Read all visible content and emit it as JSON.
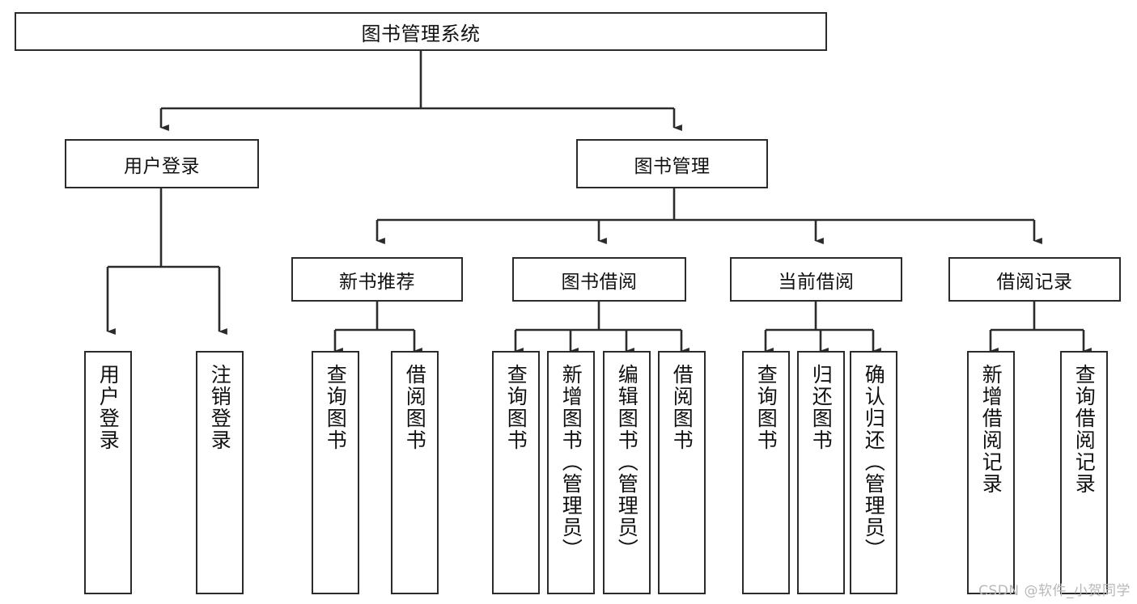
{
  "diagram": {
    "title": "图书管理系统",
    "type": "tree-hierarchy-diagram",
    "watermark": "CSDN @软件_小贺同学",
    "colors": {
      "stroke": "#2b2b2b",
      "fill": "#ffffff",
      "text": "#111111",
      "watermark": "#b8b8b8"
    }
  },
  "nodes": {
    "root": {
      "label": "图书管理系统"
    },
    "level2": [
      {
        "id": "user-login",
        "label": "用户登录"
      },
      {
        "id": "book-management",
        "label": "图书管理"
      }
    ],
    "level3": [
      {
        "id": "new-book-recommend",
        "label": "新书推荐"
      },
      {
        "id": "book-borrow",
        "label": "图书借阅"
      },
      {
        "id": "current-borrow",
        "label": "当前借阅"
      },
      {
        "id": "borrow-record",
        "label": "借阅记录"
      }
    ],
    "leaves": {
      "user-login": [
        {
          "id": "user-login-leaf",
          "label": "用户登录"
        },
        {
          "id": "user-logout-leaf",
          "label": "注销登录"
        }
      ],
      "new-book-recommend": [
        {
          "id": "query-book-1",
          "label": "查询图书"
        },
        {
          "id": "borrow-book-1",
          "label": "借阅图书"
        }
      ],
      "book-borrow": [
        {
          "id": "query-book-2",
          "label": "查询图书"
        },
        {
          "id": "add-book-admin",
          "label": "新增图书（管理员）"
        },
        {
          "id": "edit-book-admin",
          "label": "编辑图书（管理员）"
        },
        {
          "id": "borrow-book-2",
          "label": "借阅图书"
        }
      ],
      "current-borrow": [
        {
          "id": "query-book-3",
          "label": "查询图书"
        },
        {
          "id": "return-book",
          "label": "归还图书"
        },
        {
          "id": "confirm-return-admin",
          "label": "确认归还（管理员）"
        }
      ],
      "borrow-record": [
        {
          "id": "add-borrow-record",
          "label": "新增借阅记录"
        },
        {
          "id": "query-borrow-record",
          "label": "查询借阅记录"
        }
      ]
    }
  }
}
